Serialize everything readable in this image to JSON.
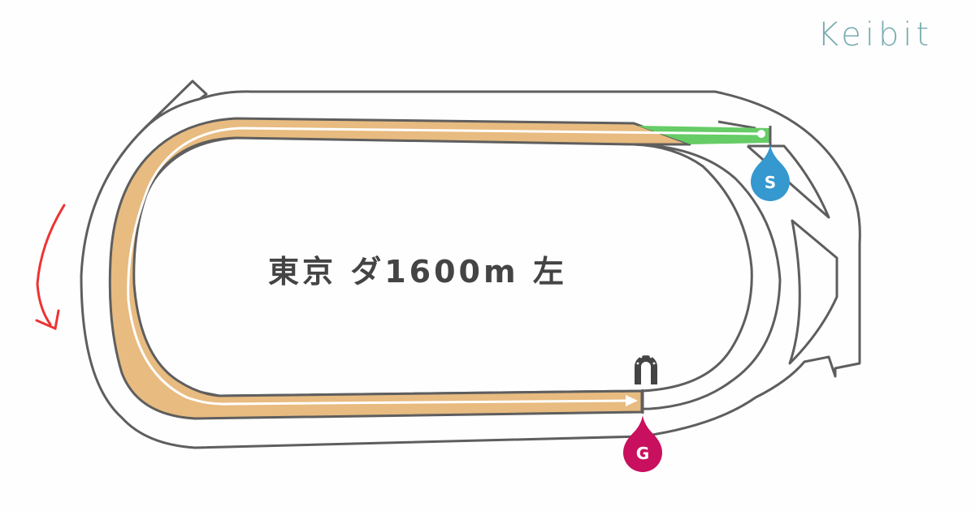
{
  "brand": {
    "name": "Keibit",
    "color": "#7aadb0"
  },
  "course": {
    "title": "東京 ダ1600m 左",
    "racecourse": "東京",
    "surface": "ダ",
    "distance": "1600m",
    "direction": "左"
  },
  "markers": {
    "start": {
      "label": "S",
      "color": "#3598cf"
    },
    "goal": {
      "label": "G",
      "color": "#c8105f"
    }
  },
  "icons": {
    "direction_arrow": "curved-arrow-counterclockwise",
    "finish_post": "horseshoe-icon"
  },
  "colors": {
    "dirt_track": "#e8bb80",
    "chute": "#66cc66",
    "outline": "#5e5e5e",
    "direction_arrow": "#ee3333",
    "background": "#fefefe"
  }
}
